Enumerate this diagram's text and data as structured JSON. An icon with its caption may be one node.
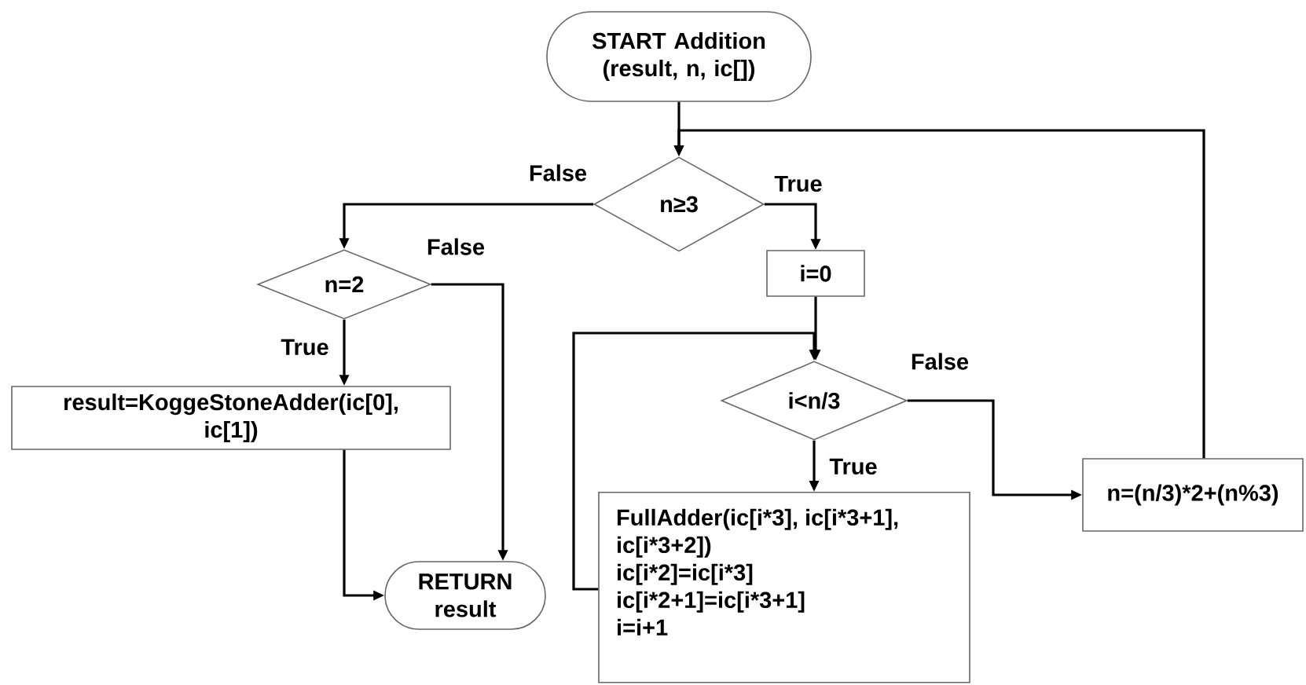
{
  "diagram": {
    "nodes": [
      {
        "text": [
          "START Addition (result, n, ic[])"
        ]
      },
      {
        "text": [
          "n≥3"
        ]
      },
      {
        "text": [
          "n=2"
        ]
      },
      {
        "text": [
          "i=0"
        ]
      },
      {
        "text": [
          "result=KoggeStoneAdder(ic[0], ic[1])"
        ]
      },
      {
        "text": [
          "i<n/3"
        ]
      },
      {
        "text": [
          "FullAdder(ic[i*3], ic[i*3+1], ic[i*3+2])",
          "ic[i*2]=ic[i*3]",
          "ic[i*2+1]=ic[i*3+1]",
          "i=i+1"
        ]
      },
      {
        "text": [
          "n=(n/3)*2+(n%3)"
        ]
      },
      {
        "text": [
          "RETURN result"
        ]
      }
    ],
    "edges": [
      {
        "from": 0,
        "to": 1,
        "arrow": "to"
      },
      {
        "from": 1,
        "to": 2,
        "arrow": "to",
        "label": "False"
      },
      {
        "from": 1,
        "to": 3,
        "arrow": "to",
        "label": "True"
      },
      {
        "from": 2,
        "to": 4,
        "arrow": "to",
        "label": "True"
      },
      {
        "from": 2,
        "to": 8,
        "arrow": "to",
        "label": "False"
      },
      {
        "from": 3,
        "to": 5,
        "arrow": "to"
      },
      {
        "from": 4,
        "to": 8,
        "arrow": "to"
      },
      {
        "from": 5,
        "to": 6,
        "arrow": "to",
        "label": "True"
      },
      {
        "from": 5,
        "to": 7,
        "arrow": "to",
        "label": "False"
      },
      {
        "from": 6,
        "to": 5,
        "arrow": "to"
      },
      {
        "from": 7,
        "to": 1,
        "arrow": "to"
      }
    ]
  }
}
